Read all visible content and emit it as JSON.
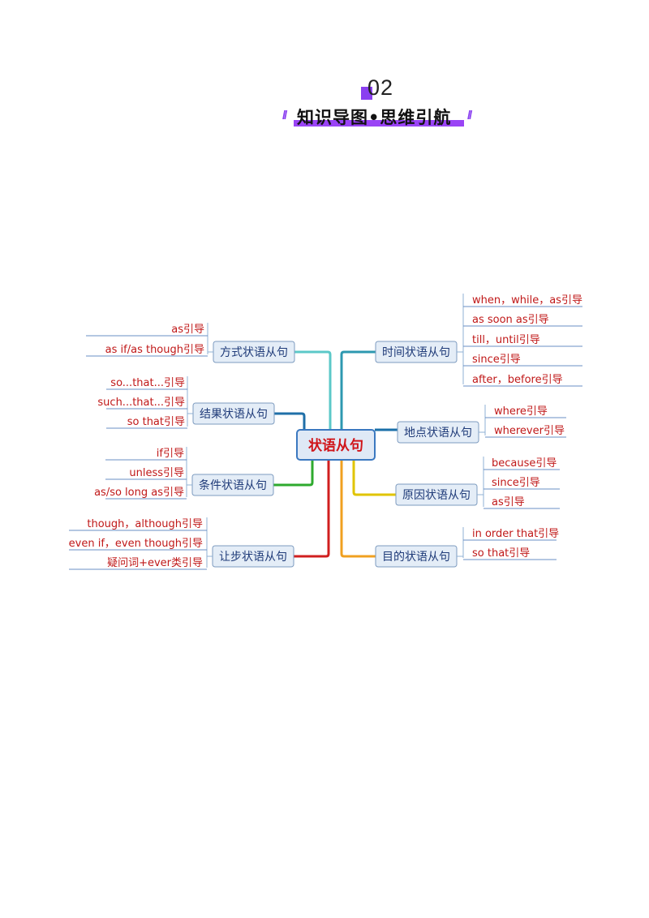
{
  "header": {
    "number": "02",
    "title": "知识导图•思维引航",
    "slashes": "//"
  },
  "mindmap": {
    "center": "状语从句",
    "branches": [
      {
        "label": "方式状语从句",
        "leaves": [
          "as引导",
          "as if/as though引导"
        ]
      },
      {
        "label": "结果状语从句",
        "leaves": [
          "so...that...引导",
          "such...that...引导",
          "so that引导"
        ]
      },
      {
        "label": "条件状语从句",
        "leaves": [
          "if引导",
          "unless引导",
          "as/so long as引导"
        ]
      },
      {
        "label": "让步状语从句",
        "leaves": [
          "though，although引导",
          "even if，even though引导",
          "疑问词+ever类引导"
        ]
      },
      {
        "label": "时间状语从句",
        "leaves": [
          "when，while，as引导",
          "as soon as引导",
          "till，until引导",
          "since引导",
          "after，before引导"
        ]
      },
      {
        "label": "地点状语从句",
        "leaves": [
          "where引导",
          "wherever引导"
        ]
      },
      {
        "label": "原因状语从句",
        "leaves": [
          "because引导",
          "since引导",
          "as引导"
        ]
      },
      {
        "label": "目的状语从句",
        "leaves": [
          "in order that引导",
          "so that引导"
        ]
      }
    ]
  }
}
